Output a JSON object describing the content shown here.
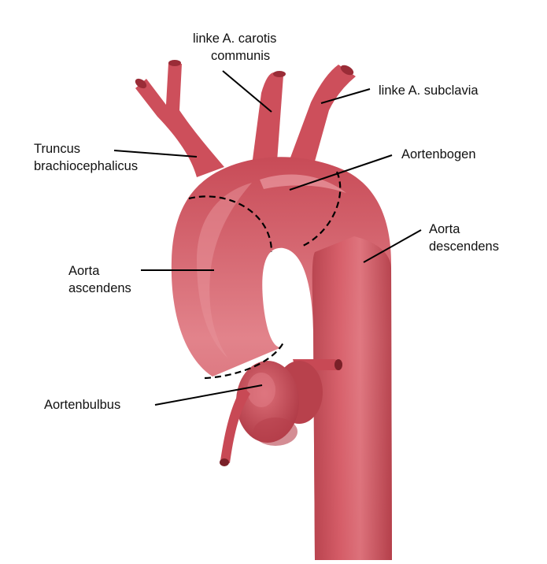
{
  "labels": {
    "carotis_line1": "linke A. carotis",
    "carotis_line2": "communis",
    "subclavia": "linke A. subclavia",
    "truncus_line1": "Truncus",
    "truncus_line2": "brachiocephalicus",
    "aortenbogen": "Aortenbogen",
    "ascendens_line1": "Aorta",
    "ascendens_line2": "ascendens",
    "descendens_line1": "Aorta",
    "descendens_line2": "descendens",
    "aortenbulbus": "Aortenbulbus"
  },
  "colors": {
    "vessel": "#cf505c",
    "vessel_highlight": "#e4858d",
    "vessel_shadow": "#a93843",
    "leader_line": "#000000",
    "dashed_boundary": "#000000",
    "background": "#ffffff"
  }
}
